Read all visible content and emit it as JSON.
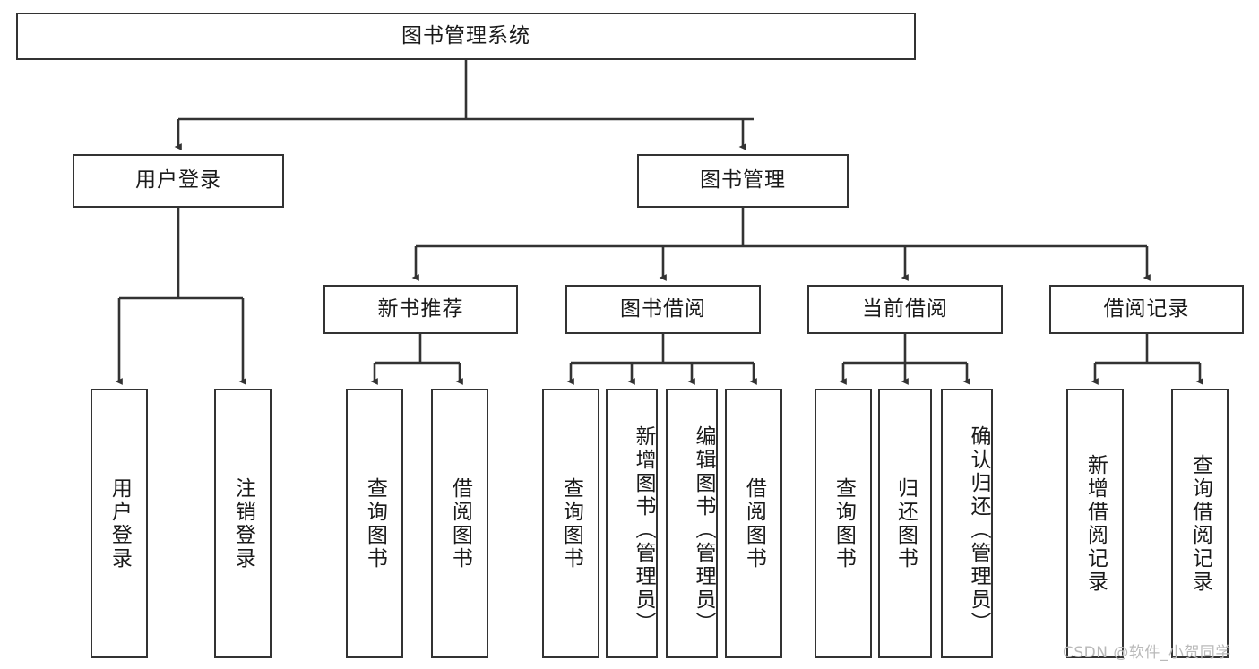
{
  "diagram": {
    "title": "图书管理系统",
    "type": "tree-hierarchy",
    "root": {
      "label": "图书管理系统"
    },
    "level2": [
      {
        "label": "用户登录"
      },
      {
        "label": "图书管理"
      }
    ],
    "level3": [
      {
        "label": "新书推荐"
      },
      {
        "label": "图书借阅"
      },
      {
        "label": "当前借阅"
      },
      {
        "label": "借阅记录"
      }
    ],
    "leaves": {
      "user_login": [
        {
          "label": "用户登录"
        },
        {
          "label": "注销登录"
        }
      ],
      "new_book_recommend": [
        {
          "label": "查询图书"
        },
        {
          "label": "借阅图书"
        }
      ],
      "book_borrow": [
        {
          "label": "查询图书"
        },
        {
          "label": "新增图书（管理员）"
        },
        {
          "label": "编辑图书（管理员）"
        },
        {
          "label": "借阅图书"
        }
      ],
      "current_borrow": [
        {
          "label": "查询图书"
        },
        {
          "label": "归还图书"
        },
        {
          "label": "确认归还（管理员）"
        }
      ],
      "borrow_record": [
        {
          "label": "新增借阅记录"
        },
        {
          "label": "查询借阅记录"
        }
      ]
    }
  },
  "watermark": {
    "text": "CSDN @软件_小贺同学"
  },
  "colors": {
    "box_border": "#333333",
    "box_fill": "#ffffff",
    "edge": "#333333",
    "text": "#1a1a1a",
    "watermark": "#b9b9b9"
  }
}
